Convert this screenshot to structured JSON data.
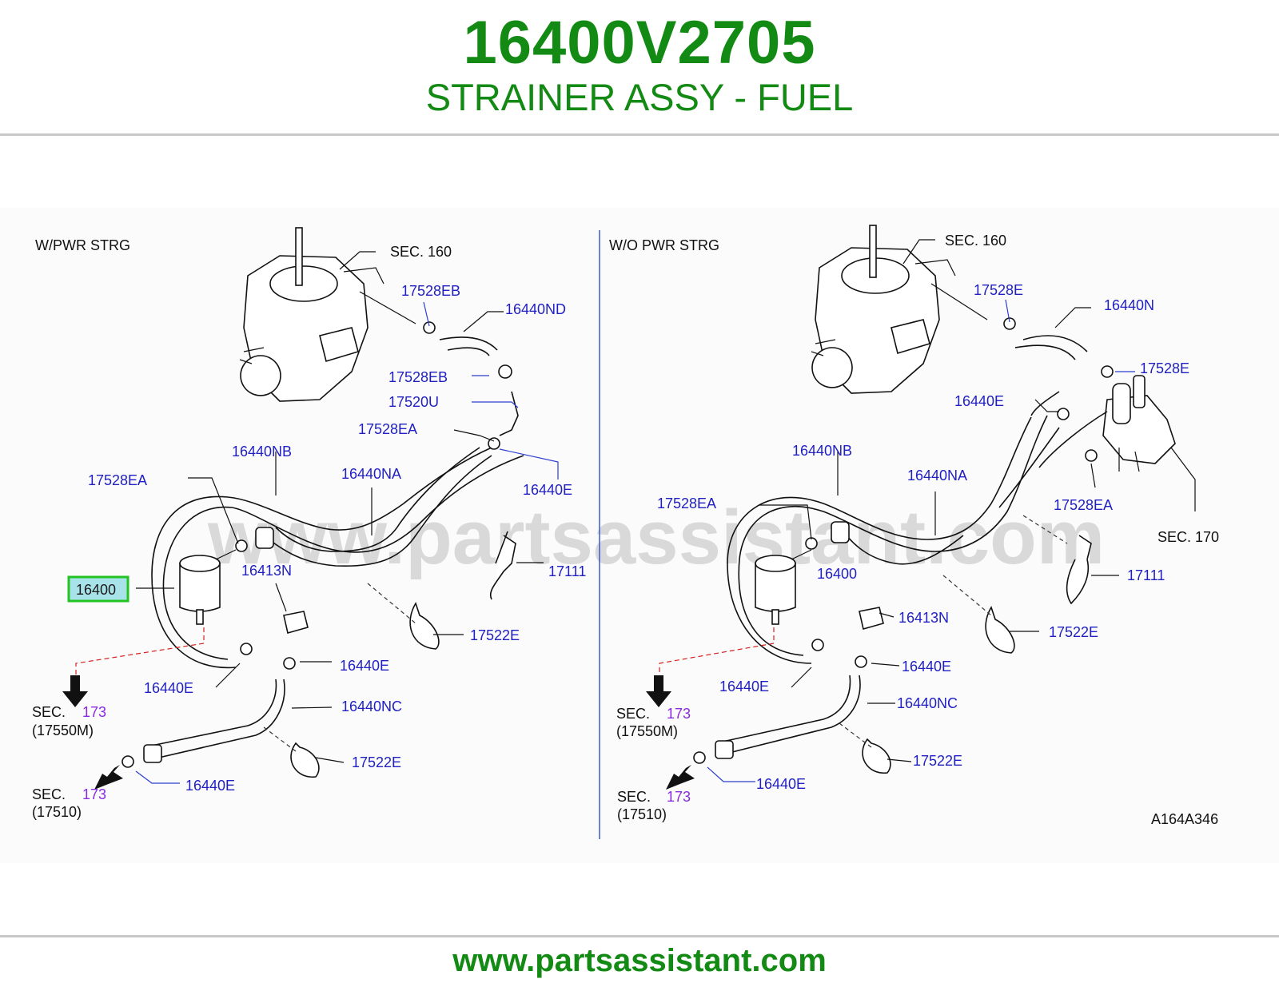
{
  "header": {
    "part_number": "16400V2705",
    "part_name": "STRAINER ASSY - FUEL"
  },
  "colors": {
    "brand_green": "#138a13",
    "label_blue": "#1f1fc4",
    "section_purple": "#8a2be2",
    "highlight_green": "#22c322",
    "highlight_fill": "#a9e3ea",
    "red_dashed": "#d22222"
  },
  "diagram": {
    "watermark": "www.partsassistant.com",
    "left": {
      "variant": "W/PWR   STRG",
      "sec160": "SEC.   160",
      "l_17528EB_top": "17528EB",
      "l_16440ND": "16440ND",
      "l_17528EB_mid": "17528EB",
      "l_17520U": "17520U",
      "l_17528EA_top": "17528EA",
      "l_16440NB": "16440NB",
      "l_17528EA_left": "17528EA",
      "l_16440NA": "16440NA",
      "l_16440E_right": "16440E",
      "l_16400": "16400",
      "l_16413N": "16413N",
      "l_17111": "17111",
      "l_17522E_mid": "17522E",
      "l_16440E_a": "16440E",
      "l_16440E_b": "16440E",
      "l_16440NC": "16440NC",
      "l_17522E_low": "17522E",
      "l_16440E_c": "16440E",
      "sec_a_text": "SEC.",
      "sec_a_num": "173",
      "sec_a_part": "(17550M)",
      "sec_b_text": "SEC.",
      "sec_b_num": "173",
      "sec_b_part": "(17510)"
    },
    "right": {
      "variant": "W/O   PWR   STRG",
      "sec160": "SEC.   160",
      "l_17528E_top": "17528E",
      "l_16440N": "16440N",
      "l_17528E_mid": "17528E",
      "l_16440E_top": "16440E",
      "l_16440NB": "16440NB",
      "l_16440NA": "16440NA",
      "l_17528EA_left": "17528EA",
      "l_17528EA_right": "17528EA",
      "sec170": "SEC.    170",
      "l_16400": "16400",
      "l_17111": "17111",
      "l_16413N": "16413N",
      "l_17522E_mid": "17522E",
      "l_16440E_a": "16440E",
      "l_16440E_b": "16440E",
      "l_16440NC": "16440NC",
      "l_17522E_low": "17522E",
      "l_16440E_c": "16440E",
      "sec_a_text": "SEC.",
      "sec_a_num": "173",
      "sec_a_part": "(17550M)",
      "sec_b_text": "SEC.",
      "sec_b_num": "173",
      "sec_b_part": "(17510)",
      "figure_code": "A164A346"
    }
  },
  "footer": {
    "url": "www.partsassistant.com"
  }
}
